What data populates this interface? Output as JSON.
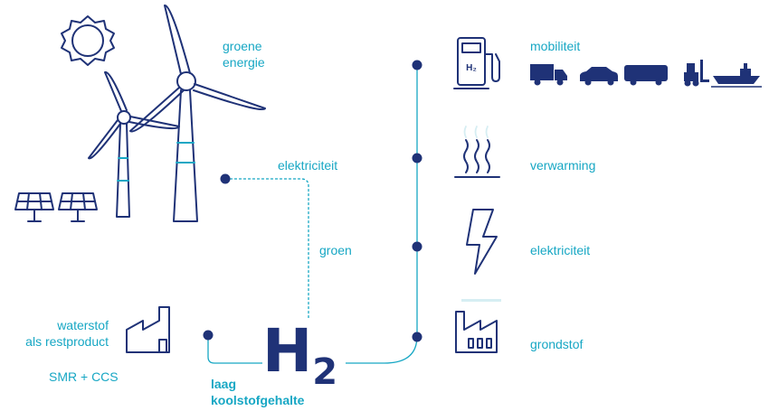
{
  "colors": {
    "navy": "#1f3277",
    "teal": "#17a7c4",
    "light": "#d6eef3"
  },
  "labels": {
    "green_energy_1": "groene",
    "green_energy_2": "energie",
    "electricity_source": "elektriciteit",
    "green": "groen",
    "by_product_1": "waterstof",
    "by_product_2": "als restproduct",
    "smr_ccs": "SMR + CCS",
    "low_carbon_1": "laag",
    "low_carbon_2": "koolstofgehalte",
    "mobility": "mobiliteit",
    "heating": "verwarming",
    "electricity_use": "elektriciteit",
    "feedstock": "grondstof"
  },
  "hydrogen": {
    "symbol": "H",
    "subscript": "2"
  },
  "pump_label": "H₂",
  "icons": [
    "sun-icon",
    "wind-turbine-icon",
    "solar-panel-icon",
    "factory-icon",
    "fuel-pump-icon",
    "truck-icon",
    "car-icon",
    "bus-icon",
    "forklift-icon",
    "ship-icon",
    "heat-icon",
    "lightning-icon"
  ]
}
